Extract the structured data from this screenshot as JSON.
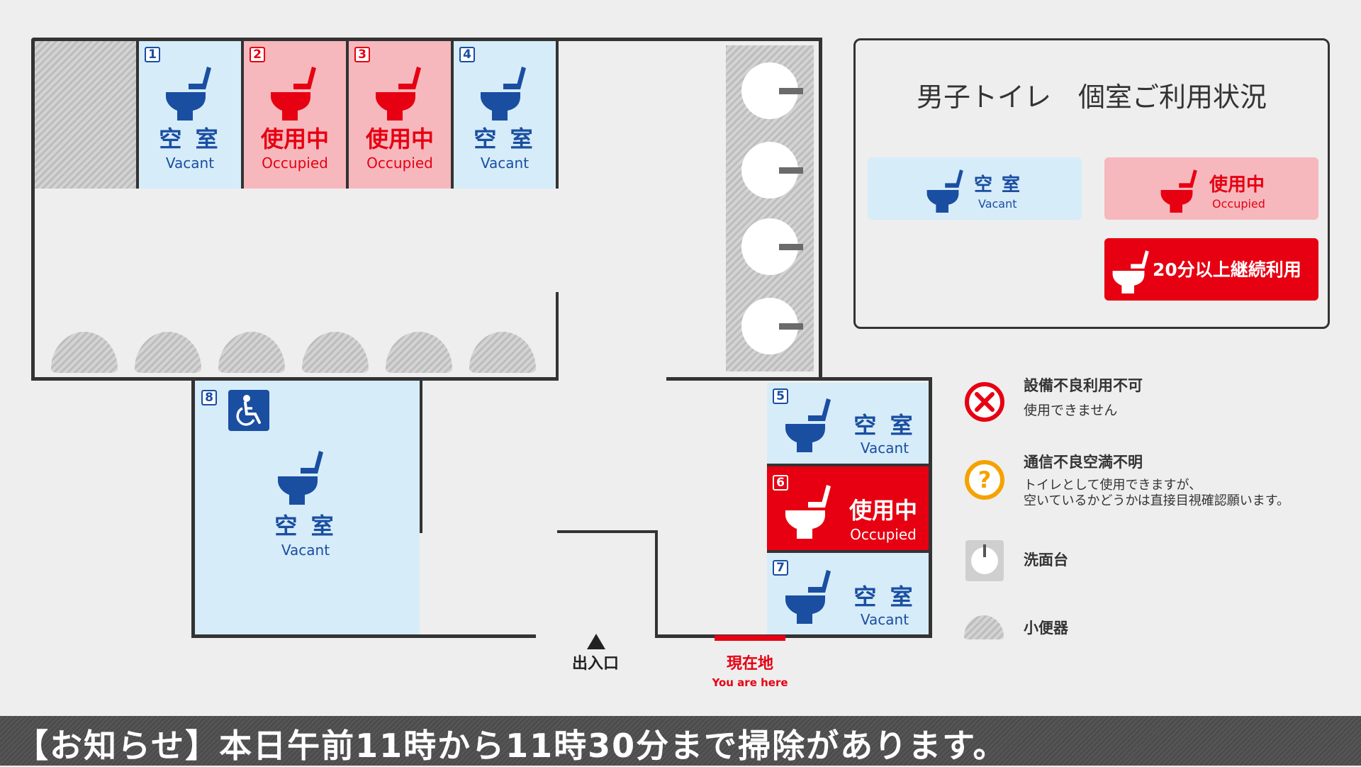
{
  "stalls": [
    {
      "number": "1",
      "status_jp": "空 室",
      "status_en": "Vacant"
    },
    {
      "number": "2",
      "status_jp": "使用中",
      "status_en": "Occupied"
    },
    {
      "number": "3",
      "status_jp": "使用中",
      "status_en": "Occupied"
    },
    {
      "number": "4",
      "status_jp": "空 室",
      "status_en": "Vacant"
    },
    {
      "number": "5",
      "status_jp": "空 室",
      "status_en": "Vacant"
    },
    {
      "number": "6",
      "status_jp": "使用中",
      "status_en": "Occupied"
    },
    {
      "number": "7",
      "status_jp": "空 室",
      "status_en": "Vacant"
    },
    {
      "number": "8",
      "status_jp": "空 室",
      "status_en": "Vacant"
    }
  ],
  "map": {
    "entrance_label": "出入口",
    "current_location_jp": "現在地",
    "current_location_en": "You are here"
  },
  "legend": {
    "title": "男子トイレ　個室ご利用状況",
    "vacant_jp": "空 室",
    "vacant_en": "Vacant",
    "occupied_jp": "使用中",
    "occupied_en": "Occupied",
    "long_use": "20分以上継続利用",
    "malfunction_title": "設備不良利用不可",
    "malfunction_desc": "使用できません",
    "unknown_title": "通信不良空満不明",
    "unknown_desc_1": "トイレとして使用できますが、",
    "unknown_desc_2": "空いているかどうかは直接目視確認願います。",
    "sink": "洗面台",
    "urinal": "小便器"
  },
  "notice": "【お知らせ】本日午前11時から11時30分まで掃除があります。",
  "colors": {
    "vacant_bg": "#d6ecf9",
    "vacant_fg": "#1a4ea1",
    "occupied_bg": "#f6b8bd",
    "occupied_fg": "#e60012",
    "long_use_bg": "#e60012",
    "unknown_icon": "#f5a200"
  },
  "icons": [
    "toilet-icon",
    "wheelchair-icon",
    "x-circle-icon",
    "question-circle-icon",
    "sink-icon",
    "urinal-icon",
    "triangle-up-icon"
  ]
}
